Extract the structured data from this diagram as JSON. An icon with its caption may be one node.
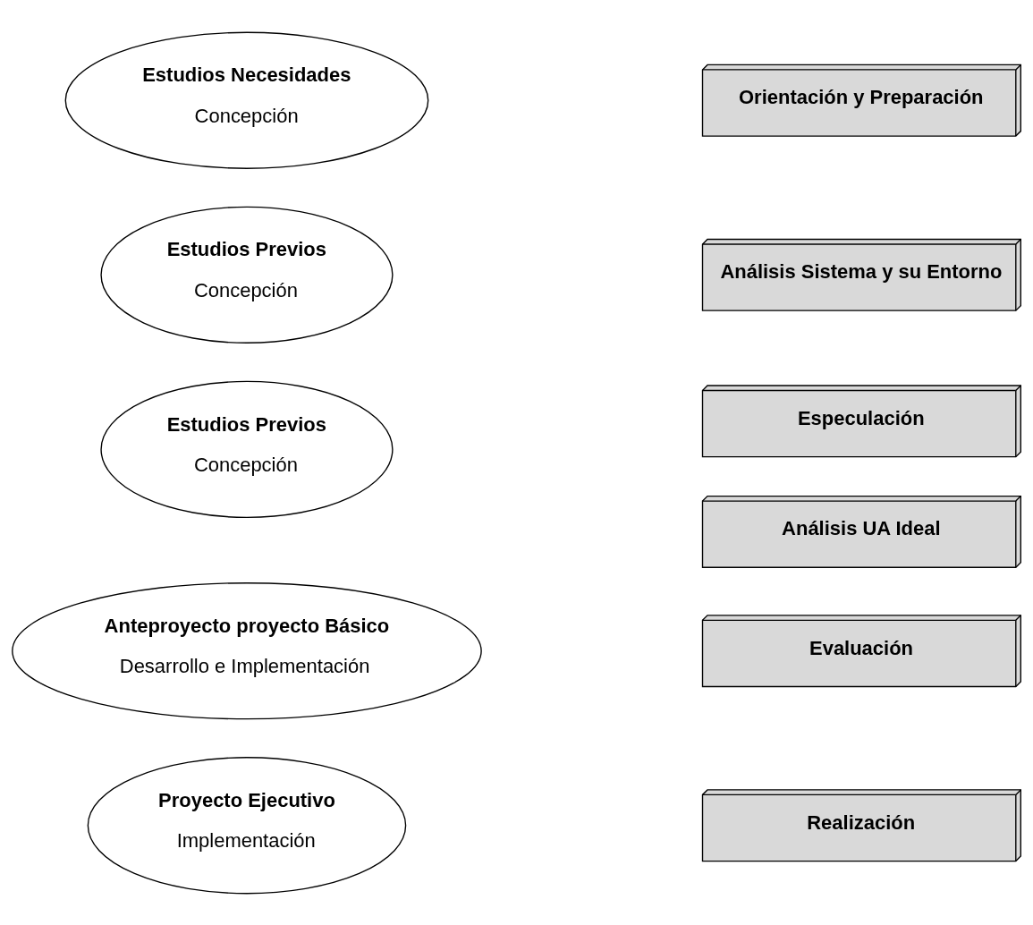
{
  "diagram": {
    "nodes": [
      {
        "text": [
          "Estudios Necesidades",
          "Concepción"
        ]
      },
      {
        "text": [
          "Estudios Previos",
          "Concepción"
        ]
      },
      {
        "text": [
          "Estudios Previos",
          "Concepción"
        ]
      },
      {
        "text": [
          "Anteproyecto proyecto Básico",
          "Desarrollo e Implementación"
        ]
      },
      {
        "text": [
          "Proyecto Ejecutivo",
          "Implementación"
        ]
      },
      {
        "text": [
          "Orientación y Preparación"
        ]
      },
      {
        "text": [
          "Análisis Sistema y su Entorno"
        ]
      },
      {
        "text": [
          "Análisis UA Ideal"
        ]
      },
      {
        "text": [
          "Especulación"
        ]
      },
      {
        "text": [
          "Evaluación"
        ]
      },
      {
        "text": [
          "Realización"
        ]
      }
    ],
    "edges": []
  }
}
